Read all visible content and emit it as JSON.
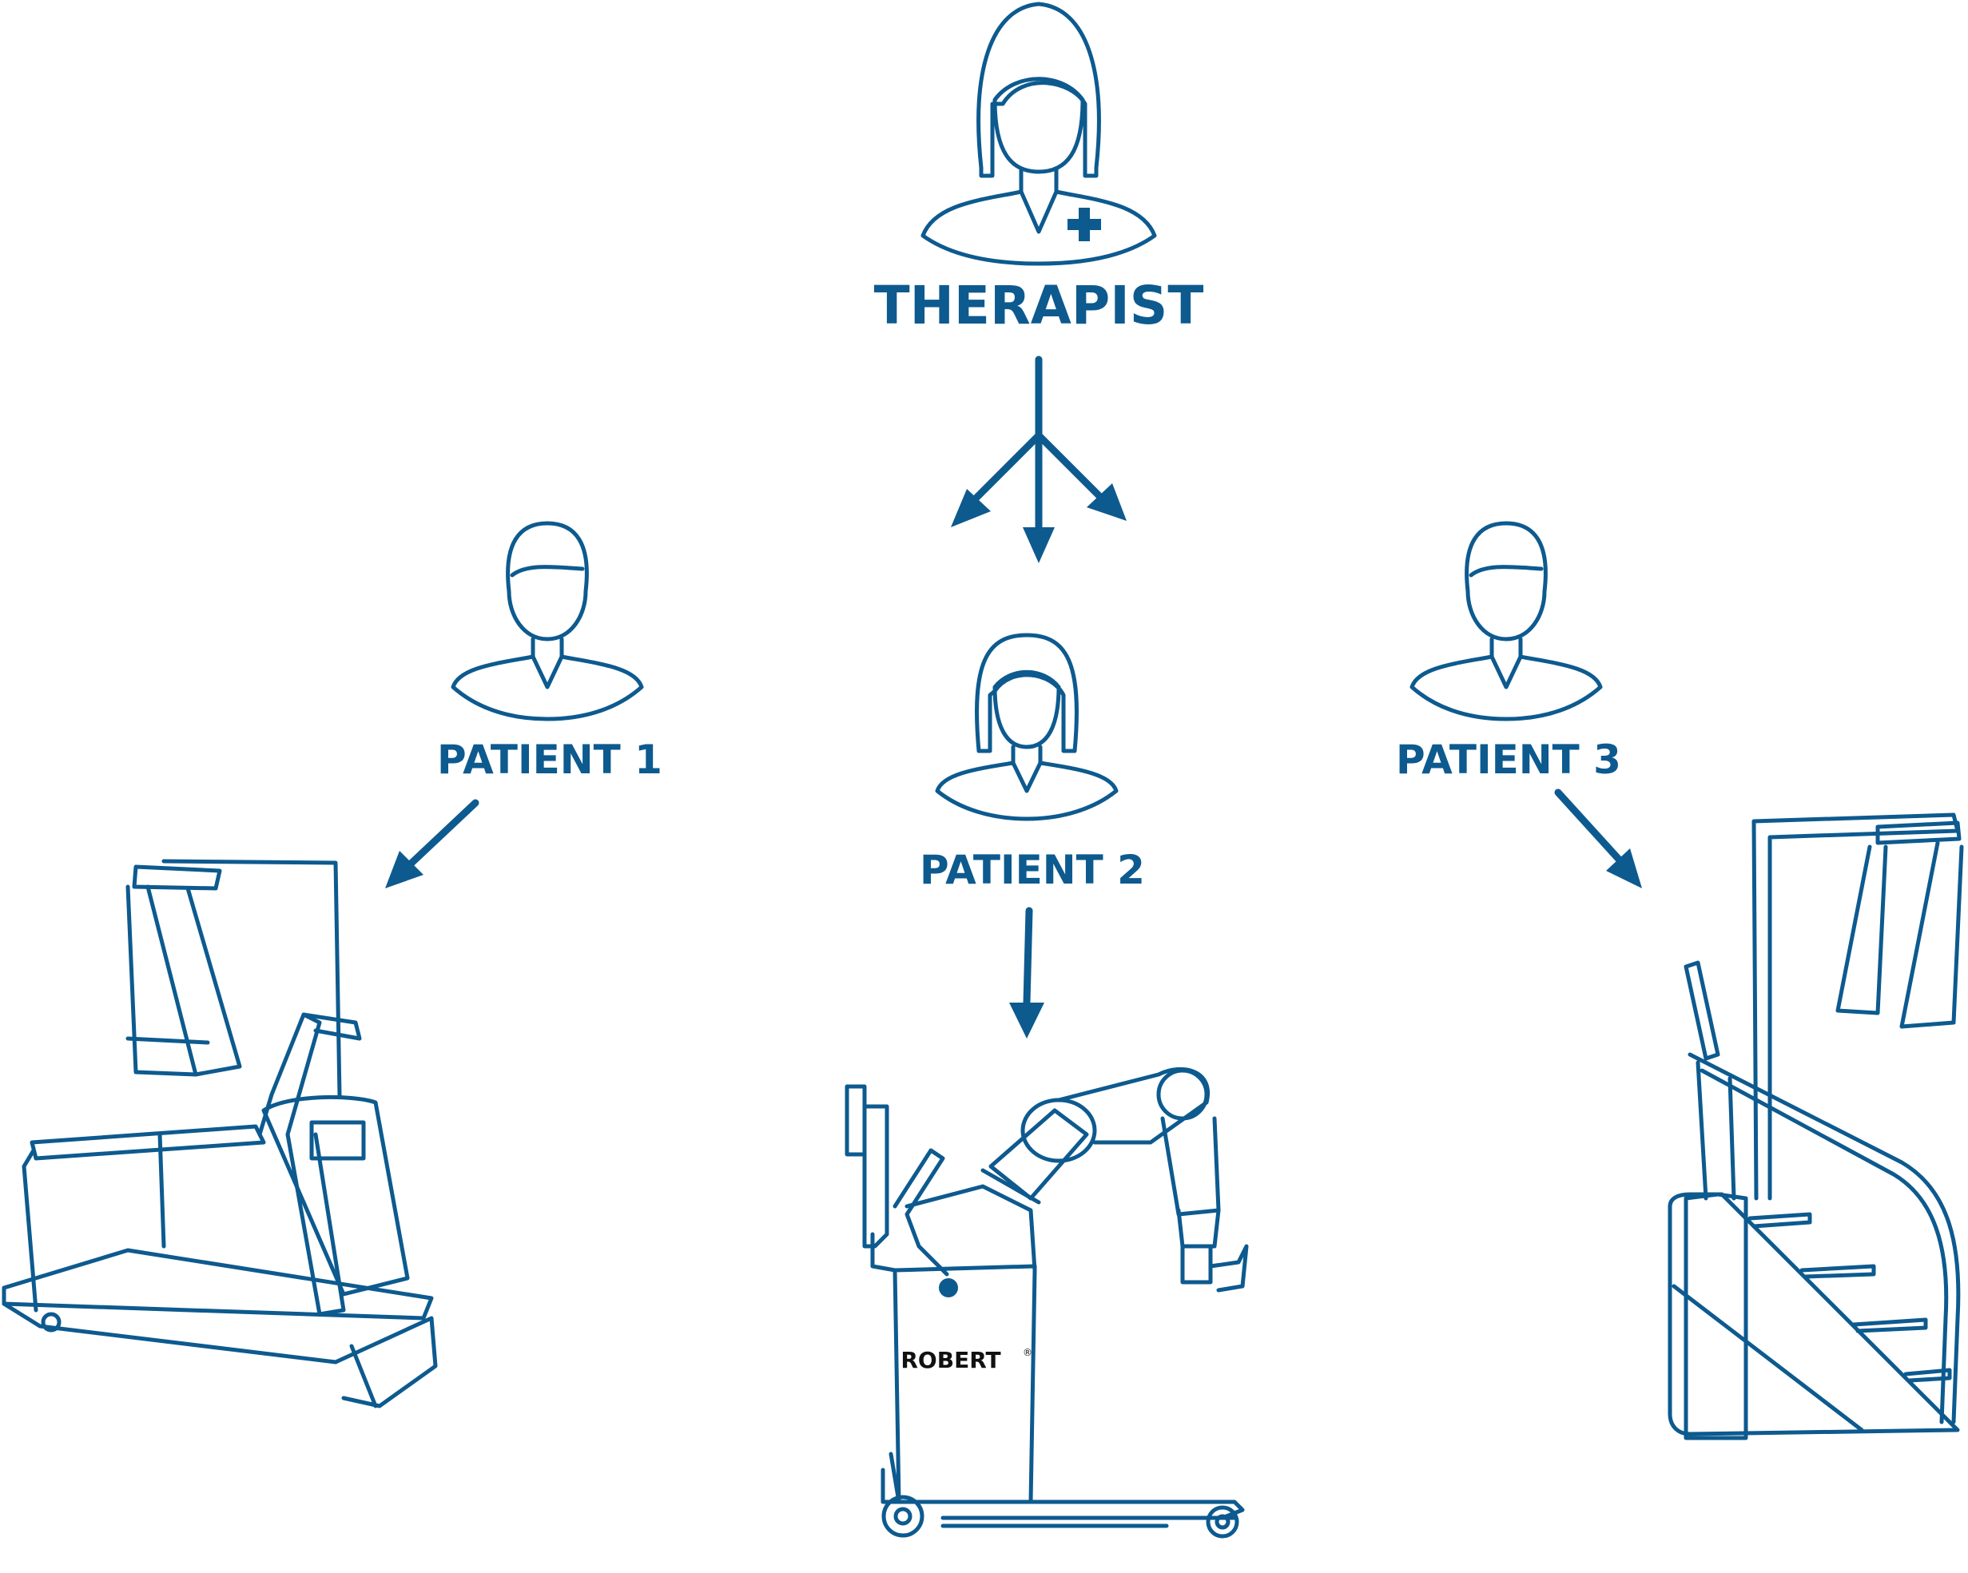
{
  "labels": {
    "therapist": "THERAPIST",
    "patient1": "PATIENT 1",
    "patient2": "PATIENT 2",
    "patient3": "PATIENT 3",
    "robot_brand": "ROBERT",
    "robot_brand_mark": "®"
  },
  "colors": {
    "primary": "#0d5a8f",
    "background": "#ffffff"
  },
  "icons": [
    "therapist-icon",
    "patient-male-icon",
    "patient-female-icon",
    "treadmill-icon",
    "robot-arm-icon",
    "stair-trainer-icon"
  ]
}
